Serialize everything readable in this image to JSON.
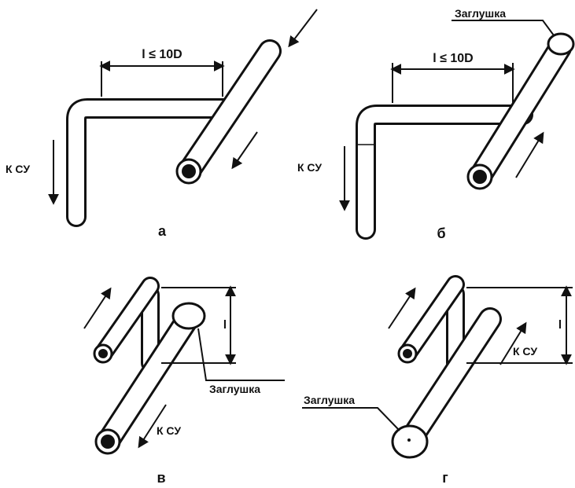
{
  "panels": {
    "a": {
      "caption": "а",
      "dimension_label": "l ≤ 10D",
      "flow_label": "К СУ"
    },
    "b": {
      "caption": "б",
      "dimension_label": "l ≤ 10D",
      "flow_label": "К СУ",
      "plug_label": "Заглушка"
    },
    "v": {
      "caption": "в",
      "dimension_label": "l",
      "flow_label": "К СУ",
      "plug_label": "Заглушка"
    },
    "g": {
      "caption": "г",
      "dimension_label": "l",
      "flow_label": "К СУ",
      "plug_label": "Заглушка"
    }
  },
  "colors": {
    "ink": "#111111",
    "background": "#ffffff"
  }
}
